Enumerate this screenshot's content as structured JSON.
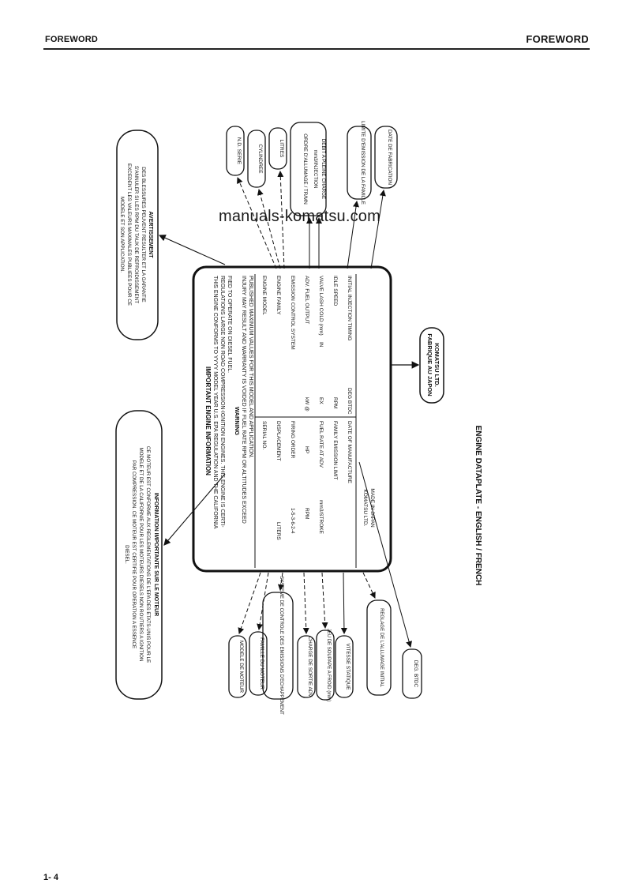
{
  "header": {
    "left": "FOREWORD",
    "right": "FOREWORD"
  },
  "footer": {
    "page_number": "1- 4"
  },
  "watermark": "manuals-komatsu.com",
  "caption": "ENGINE DATAPLATE - ENGLISH / FRENCH",
  "plate": {
    "title": "IMPORTANT ENGINE INFORMATION",
    "statement": [
      "THIS ENGINE CONFORMS TO YYYY MODEL YEAR U.S. EPA REGULATION AND THE CALIFORNIA",
      "REGULATIONS LARGE NON ROAD COMPRESSION-IGNITION ENGINES. THIS ENGINE IS CERTI-",
      "FIED TO OPERATE ON DIESEL FUEL."
    ],
    "warning_label": "WARNING",
    "warning_text": [
      "INJURY MAY RESULT AND WARRANTY IS VOIDED IF FUEL RATE RPM OR ALTITUDES EXCEED",
      "PUBLISHED MAXIMUM VALUES FOR THIS MODEL AND APPLICATION."
    ],
    "rows": [
      {
        "l1": "ENGINE MODEL",
        "r1": "SERIAL NO."
      },
      {
        "l1": "ENGINE FAMILY",
        "r1": "DISPLACEMENT",
        "r1v": "LITERS"
      },
      {
        "l1": "EMISSION CONTROL SYSTEM",
        "r1": "FIRING ORDER",
        "r1v": "1-5-3-6-2-4"
      },
      {
        "l1": "ADV. FUEL OUTPUT",
        "lv": "kW @",
        "r1": "HP",
        "r1v": "RPM"
      },
      {
        "l1": "VALVE LASH COLD (mm)",
        "lv": "IN",
        "mid": "EX",
        "r1": "FUEL RATE AT ADV",
        "r1v": "mm3/STROKE"
      },
      {
        "l1": "IDLE SPEED",
        "lv": "RPM",
        "r1": "FAMILY EMISSION LIMIT"
      },
      {
        "l1": "INITIAL INJECTION TIMING",
        "lv": "DEG BTDC",
        "r1": "DATE OF MANUFACTURE"
      }
    ],
    "maker": "KOMATSU LTD.",
    "origin": "MADE IN JAPAN"
  },
  "callouts": {
    "top": [
      "N.D. SERIE",
      "CYLINDREE",
      "LITRES",
      "ORDRE D'ALLUMAGE / TR/MN",
      "mm3/INJECTION",
      "DEBIT A PLEINE CHARGE",
      "LIMITE D'EMISSION DE LA FAMILLE",
      "DATE DE FABRICATION"
    ],
    "bottom": [
      "MODELE DE MOTEUR",
      "FAMILLE DU MOTEUR",
      "SYSTEME DE CONTROLE DES EMISSIONS D'ECHAPPEMENT",
      "CHARGE DE SORTIE ADV",
      "JEU DE SOUPAPE A FROID (mm)",
      "VITESSE STATIQUE",
      "REGLAGE DE L'ALLUMAGE INITIAL",
      "DEG. BTDC"
    ],
    "maker_box": [
      "KOMATSU LTD.",
      "FABRIQUE AU JAPON"
    ],
    "avertissement_title": "AVERTISSEMENT",
    "avertissement_text": [
      "DES BLESSURES PEUVENT RESULTER ET LA GARANTIE",
      "S'ANNULER SI LES RPM DU TAUX DE REFROIDISSEMENT",
      "EXCEDENT LES VALEURS MAXIMALES PUBLIEES POUR CE",
      "MODELE ET SON APPLICATION."
    ],
    "info_title": "INFORMATION IMPORTANTE SUR LE MOTEUR",
    "info_text": [
      "CE MOTEUR EST CONFORME AUX REGLEMENTATIONS DE L'EPA DES ETATS-UNIS POUR LE",
      "MODELE ET DE LA CALIFORNIE POUR LES MOTEURS DIESELS NON ROUTIERS A IGNITION",
      "PAR COMPRESSION. CE MOTEUR EST CERTIFIE POUR OPERATION A ESSENCE",
      "DIESEL."
    ]
  }
}
